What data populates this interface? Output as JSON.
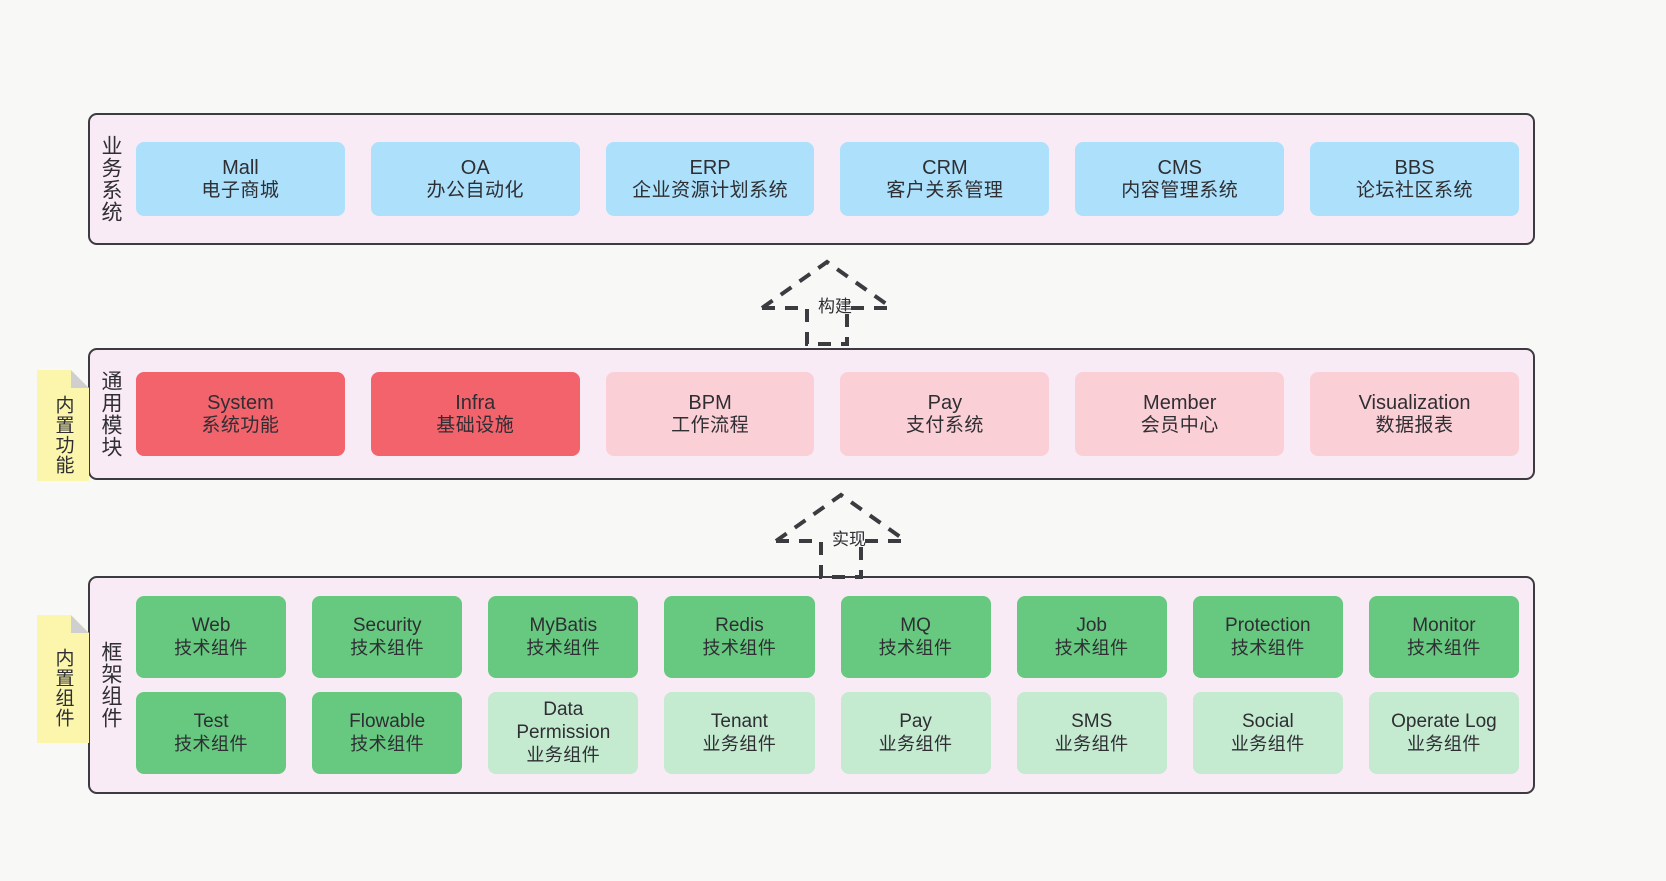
{
  "diagram": {
    "background_color": "#f8f8f7",
    "panel_fill": "#f9ebf5",
    "panel_border": "#3b3b40",
    "sticky_fill": "#fbf6ac",
    "sticky_fold": "#cfcfcf"
  },
  "layers": [
    {
      "id": "business",
      "title": "业务系统",
      "sticky": null,
      "rows": [
        {
          "cards": [
            {
              "en": "Mall",
              "cn": "电子商城",
              "color": "#ace0fb",
              "variant": "c-blue"
            },
            {
              "en": "OA",
              "cn": "办公自动化",
              "color": "#ace0fb",
              "variant": "c-blue"
            },
            {
              "en": "ERP",
              "cn": "企业资源计划系统",
              "color": "#ace0fb",
              "variant": "c-blue"
            },
            {
              "en": "CRM",
              "cn": "客户关系管理",
              "color": "#ace0fb",
              "variant": "c-blue"
            },
            {
              "en": "CMS",
              "cn": "内容管理系统",
              "color": "#ace0fb",
              "variant": "c-blue"
            },
            {
              "en": "BBS",
              "cn": "论坛社区系统",
              "color": "#ace0fb",
              "variant": "c-blue"
            }
          ]
        }
      ]
    },
    {
      "id": "common",
      "title": "通用模块",
      "sticky": "内置功能",
      "rows": [
        {
          "cards": [
            {
              "en": "System",
              "cn": "系统功能",
              "color": "#f2636c",
              "variant": "c-red"
            },
            {
              "en": "Infra",
              "cn": "基础设施",
              "color": "#f2636c",
              "variant": "c-red"
            },
            {
              "en": "BPM",
              "cn": "工作流程",
              "color": "#fbcfd6",
              "variant": "c-pink"
            },
            {
              "en": "Pay",
              "cn": "支付系统",
              "color": "#fbcfd6",
              "variant": "c-pink"
            },
            {
              "en": "Member",
              "cn": "会员中心",
              "color": "#fbcfd6",
              "variant": "c-pink"
            },
            {
              "en": "Visualization",
              "cn": "数据报表",
              "color": "#fbcfd6",
              "variant": "c-pink"
            }
          ]
        }
      ]
    },
    {
      "id": "framework",
      "title": "框架组件",
      "sticky": "内置组件",
      "rows": [
        {
          "cards": [
            {
              "en": "Web",
              "cn": "技术组件",
              "color": "#66c97f",
              "variant": "c-green"
            },
            {
              "en": "Security",
              "cn": "技术组件",
              "color": "#66c97f",
              "variant": "c-green"
            },
            {
              "en": "MyBatis",
              "cn": "技术组件",
              "color": "#66c97f",
              "variant": "c-green"
            },
            {
              "en": "Redis",
              "cn": "技术组件",
              "color": "#66c97f",
              "variant": "c-green"
            },
            {
              "en": "MQ",
              "cn": "技术组件",
              "color": "#66c97f",
              "variant": "c-green"
            },
            {
              "en": "Job",
              "cn": "技术组件",
              "color": "#66c97f",
              "variant": "c-green"
            },
            {
              "en": "Protection",
              "cn": "技术组件",
              "color": "#66c97f",
              "variant": "c-green"
            },
            {
              "en": "Monitor",
              "cn": "技术组件",
              "color": "#66c97f",
              "variant": "c-green"
            }
          ]
        },
        {
          "cards": [
            {
              "en": "Test",
              "cn": "技术组件",
              "color": "#66c97f",
              "variant": "c-green"
            },
            {
              "en": "Flowable",
              "cn": "技术组件",
              "color": "#66c97f",
              "variant": "c-green"
            },
            {
              "en": "Data Permission",
              "cn": "业务组件",
              "color": "#c4ead0",
              "variant": "c-lightgreen"
            },
            {
              "en": "Tenant",
              "cn": "业务组件",
              "color": "#c4ead0",
              "variant": "c-lightgreen"
            },
            {
              "en": "Pay",
              "cn": "业务组件",
              "color": "#c4ead0",
              "variant": "c-lightgreen"
            },
            {
              "en": "SMS",
              "cn": "业务组件",
              "color": "#c4ead0",
              "variant": "c-lightgreen"
            },
            {
              "en": "Social",
              "cn": "业务组件",
              "color": "#c4ead0",
              "variant": "c-lightgreen"
            },
            {
              "en": "Operate Log",
              "cn": "业务组件",
              "color": "#c4ead0",
              "variant": "c-lightgreen"
            }
          ]
        }
      ]
    }
  ],
  "connectors": [
    {
      "id": "build",
      "label": "构建",
      "style": "dashed-hollow-generalization",
      "direction": "up"
    },
    {
      "id": "impl",
      "label": "实现",
      "style": "dashed-hollow-generalization",
      "direction": "up"
    }
  ]
}
